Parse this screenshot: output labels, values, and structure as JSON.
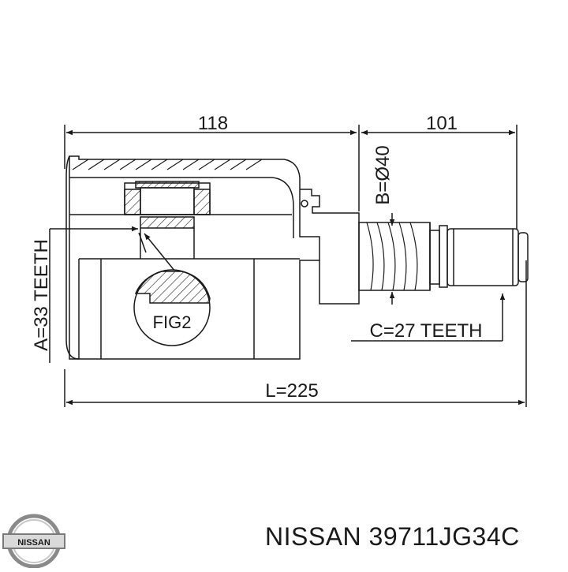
{
  "dimensions": {
    "overall_width": "118",
    "shaft_length": "101",
    "total_length": "L=225",
    "diameter": "B=Ø40",
    "outer_teeth": "A=33 TEETH",
    "inner_teeth": "C=27 TEETH"
  },
  "figure_label": "FIG2",
  "logo": {
    "text": "NISSAN"
  },
  "part": {
    "brand": "NISSAN",
    "number": "39711JG34C"
  },
  "colors": {
    "line": "#1a1a1a",
    "background": "#ffffff"
  }
}
